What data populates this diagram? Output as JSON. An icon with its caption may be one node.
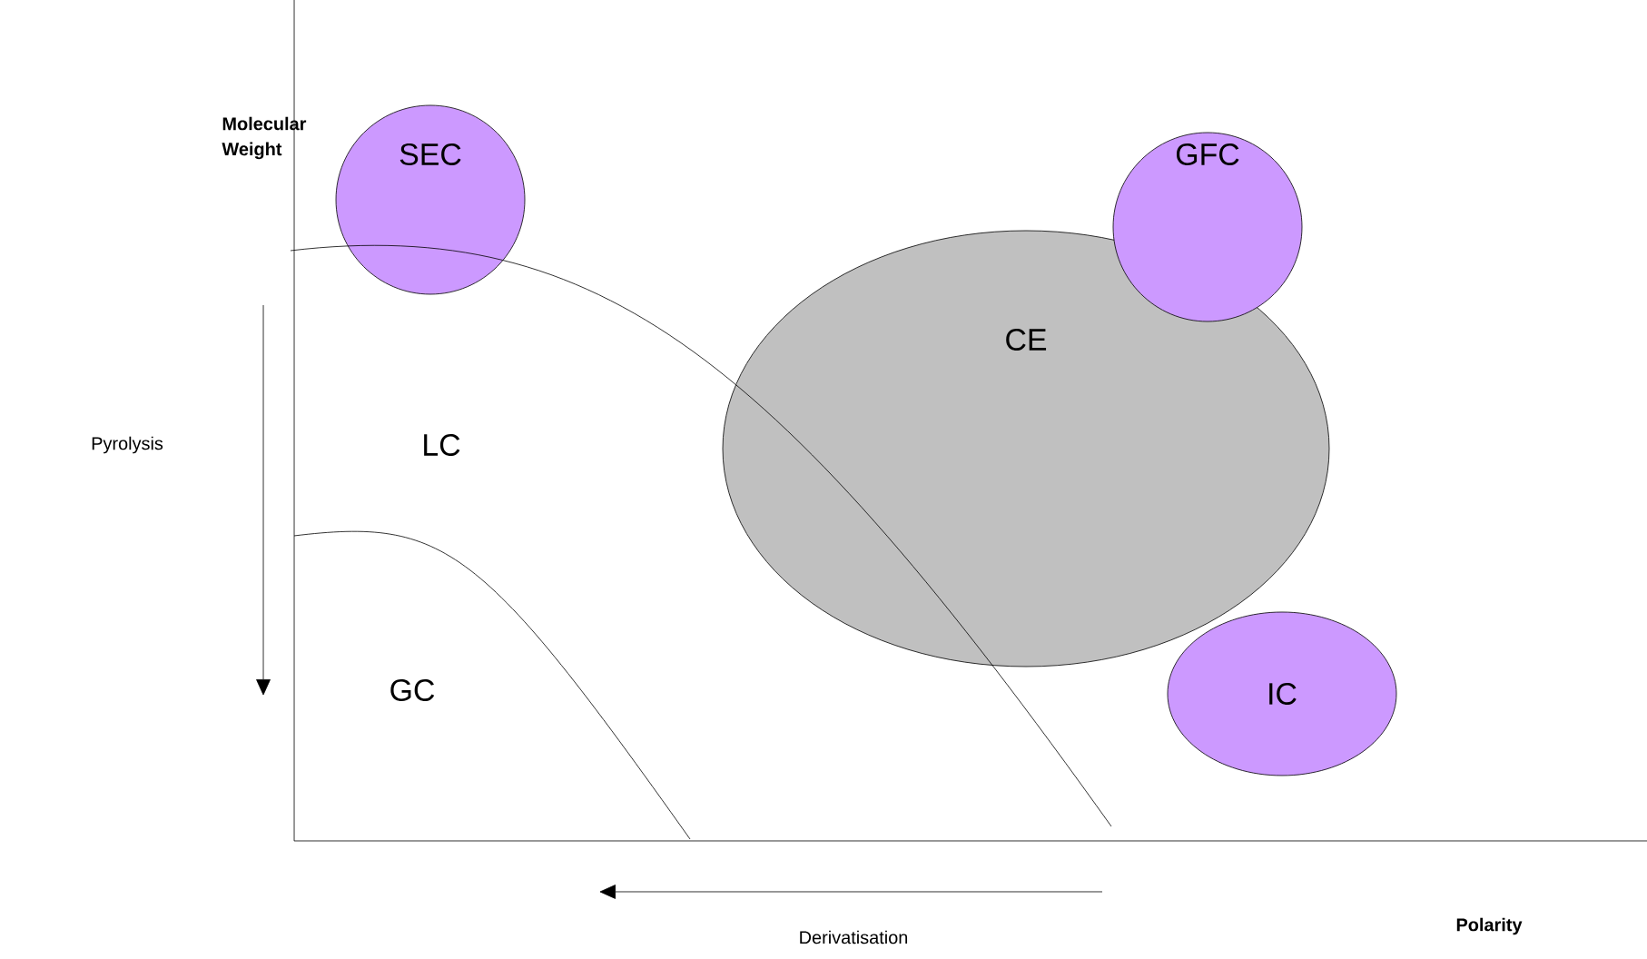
{
  "diagram": {
    "nodes": [
      {
        "text": [
          "SEC"
        ]
      },
      {
        "text": [
          "GFC"
        ]
      },
      {
        "text": [
          "CE"
        ]
      },
      {
        "text": [
          "IC"
        ]
      }
    ],
    "labels": [
      "Molecular Weight",
      "Pyrolysis",
      "LC",
      "GC",
      "Derivatisation",
      "Polarity"
    ]
  }
}
